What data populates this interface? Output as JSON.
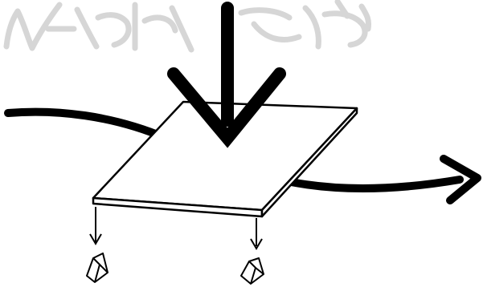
{
  "diagram": {
    "background": "#ffffff",
    "ink": "#000000",
    "watermark_color": "#d6d6d6",
    "elements": [
      "watermark",
      "incoming-flow-arrow",
      "outgoing-flow-arrow",
      "downward-force-arrow",
      "plate",
      "left-support-arrow",
      "right-support-arrow",
      "left-support-block",
      "right-support-block"
    ]
  }
}
